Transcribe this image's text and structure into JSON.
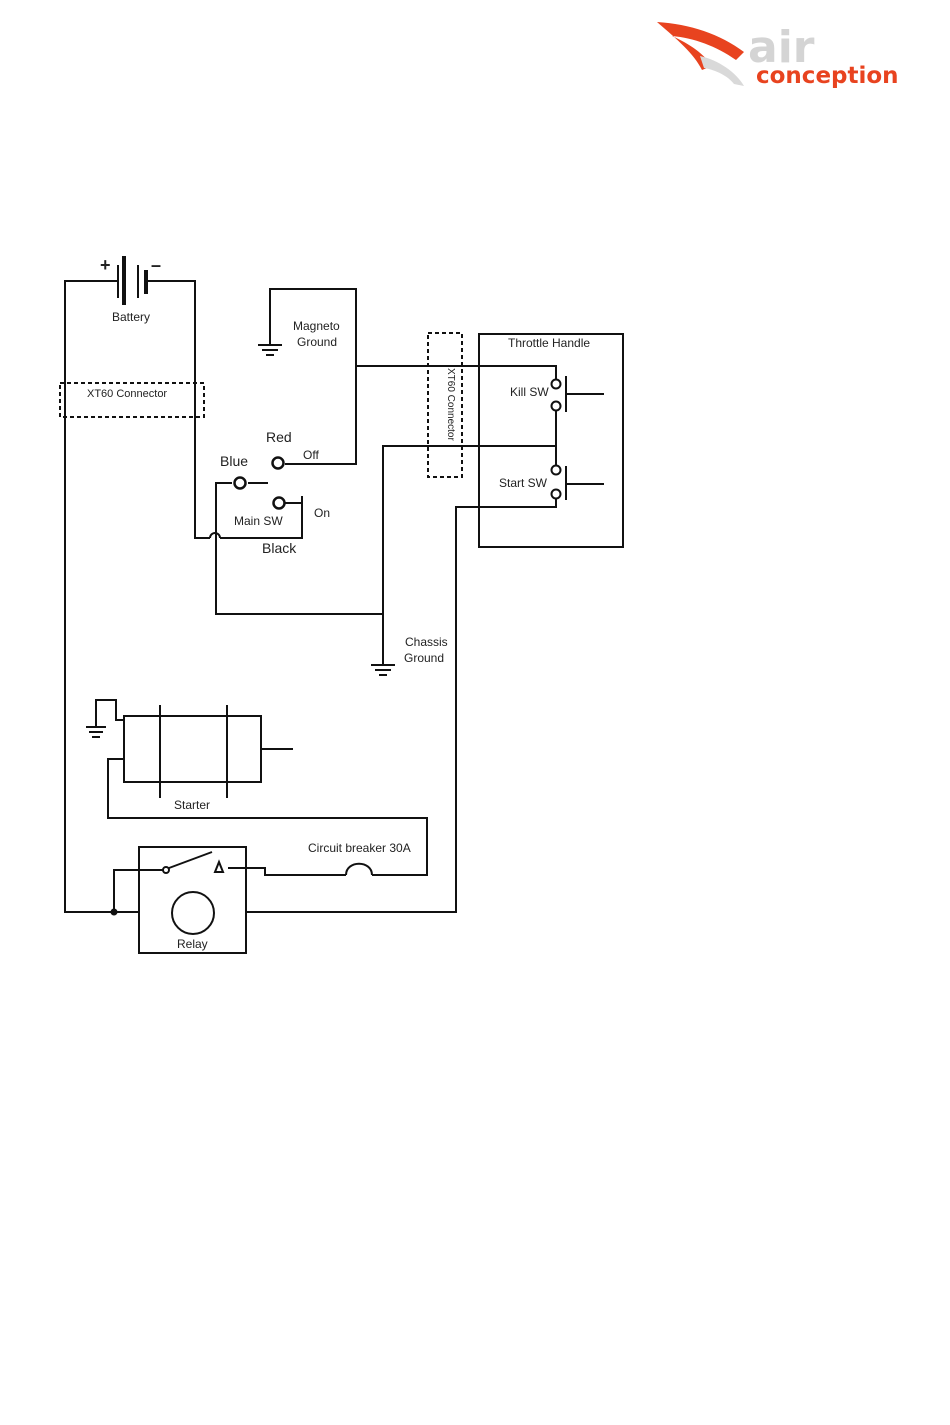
{
  "logo": {
    "word1": "air",
    "word2": "conception",
    "colors": {
      "wing": "#e8431f",
      "word1": "#d9d9d9",
      "word2": "#e8431f"
    }
  },
  "diagram": {
    "battery": {
      "label": "Battery",
      "plus": "+",
      "minus": "–"
    },
    "xt60_top": "XT60 Connector",
    "xt60_vertical": "XT60 Connector",
    "magneto_ground": [
      "Magneto",
      "Ground"
    ],
    "throttle_handle": "Throttle Handle",
    "kill_sw": "Kill SW",
    "start_sw": "Start SW",
    "red": "Red",
    "off": "Off",
    "blue": "Blue",
    "main_sw": "Main SW",
    "on": "On",
    "black": "Black",
    "chassis_ground": [
      "Chassis",
      "Ground"
    ],
    "starter": "Starter",
    "circuit_breaker": "Circuit breaker 30A",
    "relay": "Relay"
  }
}
